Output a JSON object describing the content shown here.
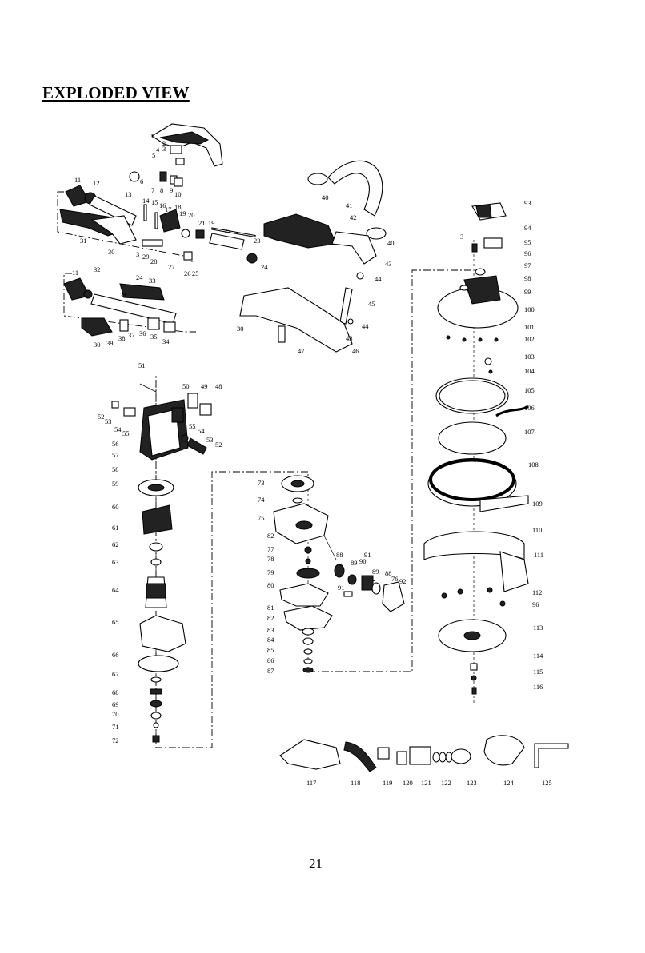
{
  "title": "EXPLODED VIEW",
  "page_number": "21",
  "part_labels": [
    "1",
    "2",
    "3",
    "4",
    "5",
    "6",
    "7",
    "8",
    "9",
    "10",
    "11",
    "12",
    "13",
    "14",
    "15",
    "16",
    "17",
    "18",
    "19",
    "20",
    "21",
    "19",
    "22",
    "23",
    "24",
    "25",
    "26",
    "27",
    "28",
    "29",
    "3",
    "30",
    "31",
    "40",
    "41",
    "42",
    "40",
    "43",
    "44",
    "45",
    "44",
    "43",
    "46",
    "47",
    "30",
    "11",
    "32",
    "24",
    "33",
    "31",
    "30",
    "39",
    "38",
    "37",
    "36",
    "35",
    "34",
    "51",
    "50",
    "49",
    "48",
    "52",
    "53",
    "54",
    "55",
    "55",
    "54",
    "53",
    "52",
    "56",
    "57",
    "58",
    "59",
    "60",
    "61",
    "62",
    "63",
    "64",
    "65",
    "66",
    "67",
    "68",
    "69",
    "70",
    "71",
    "72",
    "73",
    "74",
    "75",
    "82",
    "77",
    "78",
    "79",
    "80",
    "81",
    "82",
    "83",
    "84",
    "85",
    "86",
    "87",
    "88",
    "89",
    "90",
    "91",
    "89",
    "88",
    "76",
    "92",
    "91",
    "93",
    "94",
    "3",
    "95",
    "96",
    "97",
    "98",
    "99",
    "100",
    "101",
    "102",
    "103",
    "104",
    "105",
    "106",
    "107",
    "108",
    "109",
    "110",
    "111",
    "112",
    "96",
    "113",
    "114",
    "115",
    "116",
    "117",
    "118",
    "119",
    "120",
    "121",
    "122",
    "123",
    "124",
    "125"
  ]
}
